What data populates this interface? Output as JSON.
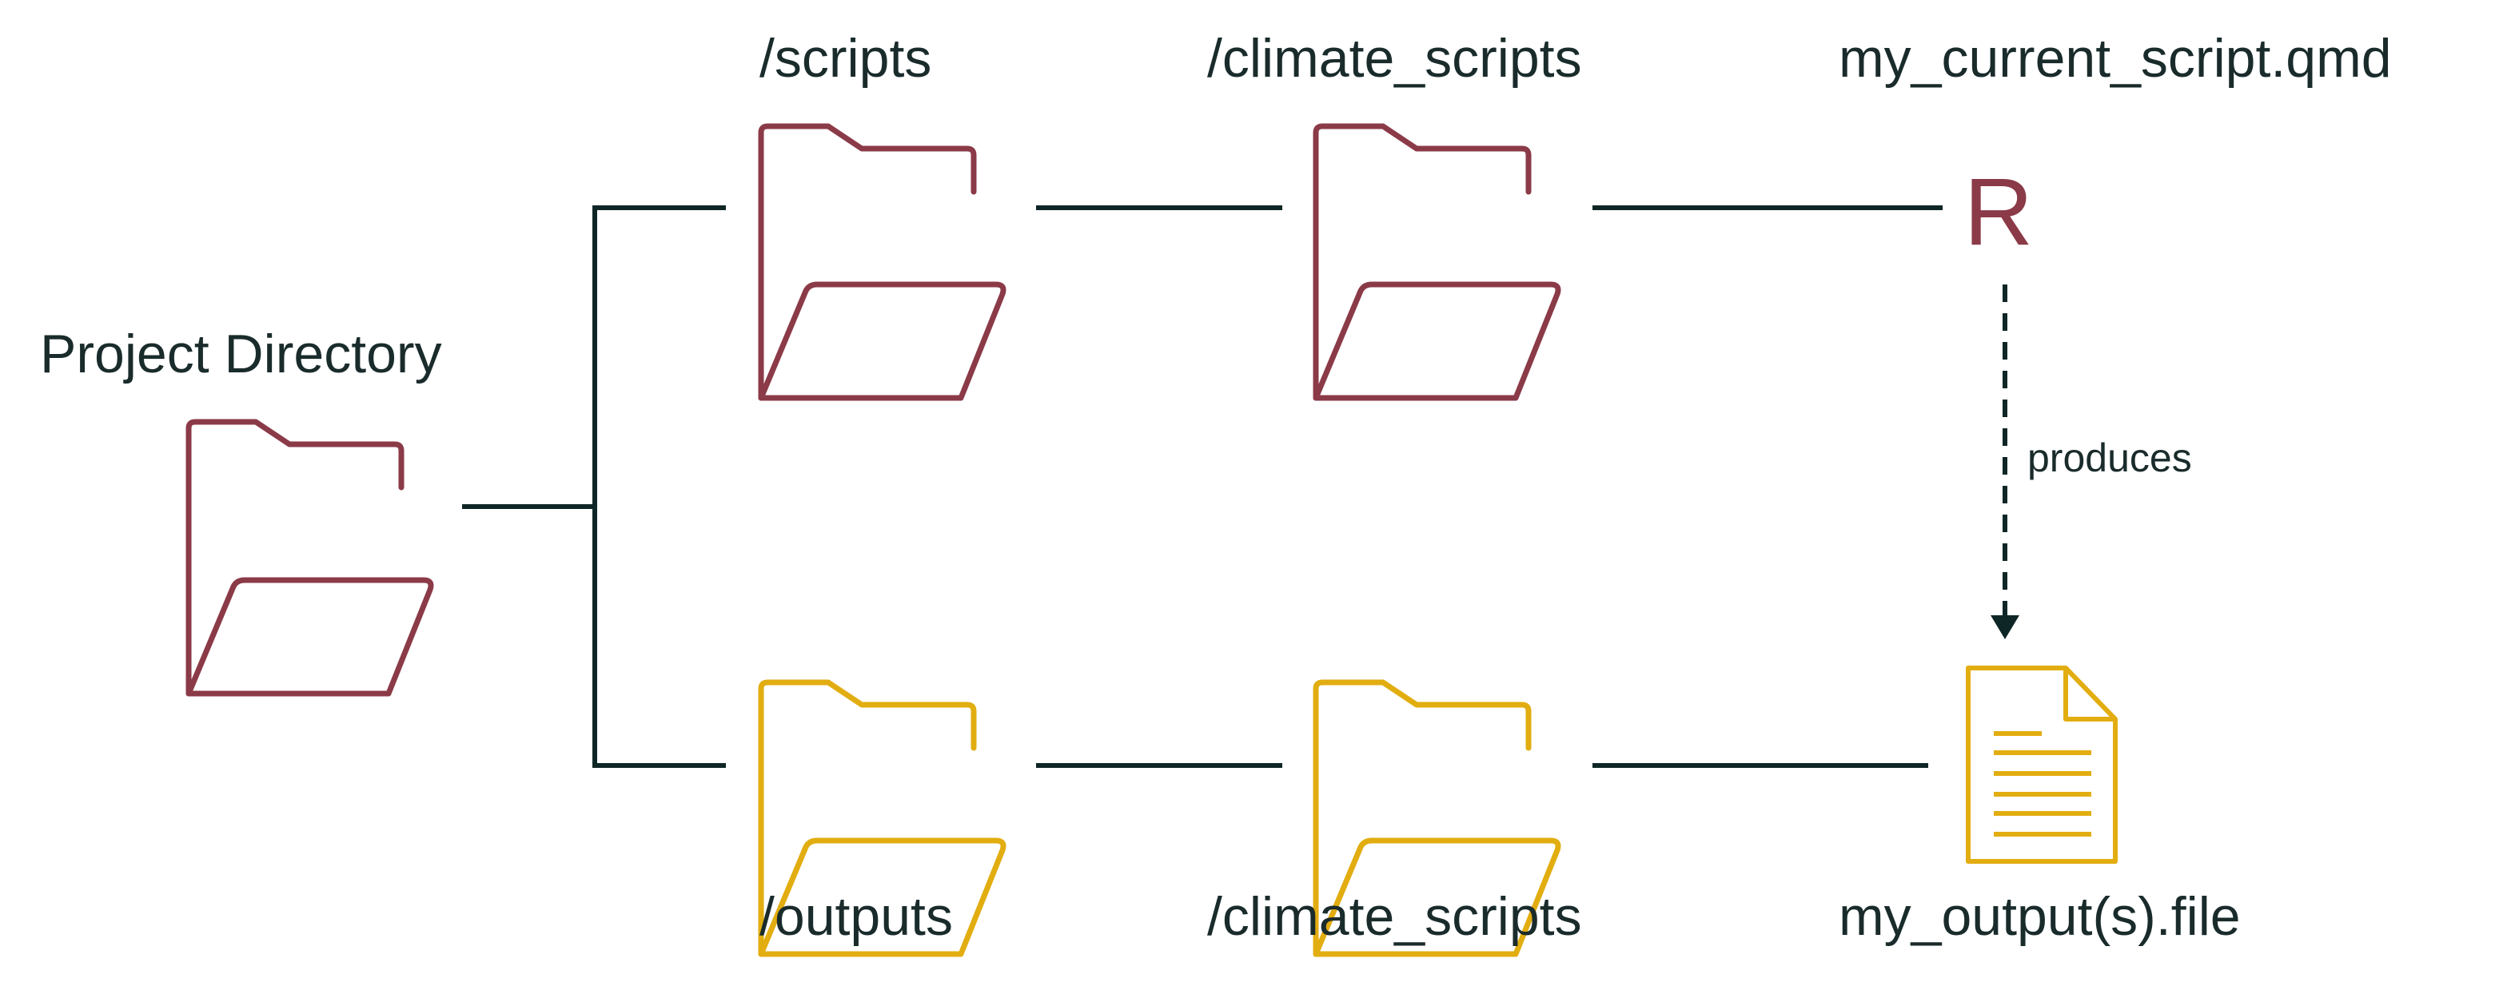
{
  "colors": {
    "scripts_folder": "#8b3a48",
    "outputs_folder": "#e2ad10",
    "line": "#0f2626",
    "text": "#1a2b2b",
    "r_glyph": "#8b3a48",
    "file_icon": "#e2ad10"
  },
  "labels": {
    "root": "Project Directory",
    "scripts": "/scripts",
    "scripts_sub": "/climate_scripts",
    "script_file": "my_current_script.qmd",
    "outputs": "/outputs",
    "outputs_sub": "/climate_scripts",
    "output_file": "my_output(s).file",
    "relation": "produces",
    "r_symbol": "R"
  },
  "icons": {
    "root": "folder-open-icon",
    "scripts": "folder-open-icon",
    "scripts_sub": "folder-open-icon",
    "outputs": "folder-open-icon",
    "outputs_sub": "folder-open-icon",
    "script": "r-language-icon",
    "output": "document-icon"
  }
}
